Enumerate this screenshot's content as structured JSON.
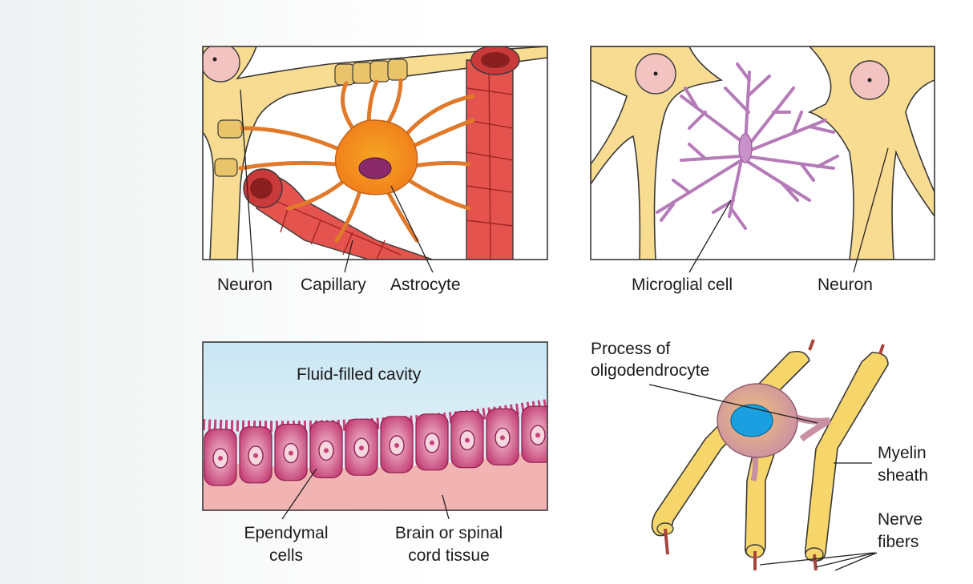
{
  "panels": {
    "astrocyte": {
      "labels": {
        "neuron": "Neuron",
        "capillary": "Capillary",
        "astrocyte": "Astrocyte"
      }
    },
    "microglia": {
      "labels": {
        "microglial_cell": "Microglial cell",
        "neuron": "Neuron"
      }
    },
    "ependymal": {
      "labels": {
        "cavity": "Fluid-filled cavity",
        "ependymal_line1": "Ependymal",
        "ependymal_line2": "cells",
        "tissue_line1": "Brain or spinal",
        "tissue_line2": "cord tissue"
      }
    },
    "oligodendrocyte": {
      "labels": {
        "process_line1": "Process of",
        "process_line2": "oligodendrocyte",
        "myelin_line1": "Myelin",
        "myelin_line2": "sheath",
        "nerve_line1": "Nerve",
        "nerve_line2": "fibers"
      }
    }
  },
  "colors": {
    "neuron_fill": "#f8dc92",
    "neuron_stroke": "#3a3a3a",
    "nucleus_pink": "#f2c3c0",
    "capillary_red": "#e5534e",
    "capillary_dark": "#b52a2a",
    "astrocyte_orange": "#f39a1e",
    "astrocyte_nucleus": "#8a2a6a",
    "microglia_purple": "#c991c9",
    "cavity_blue": "#d5ebf5",
    "tissue_pink": "#f2b3b3",
    "ependymal_magenta": "#c8417a",
    "myelin_yellow": "#f6d56a",
    "oligo_body": "#d49a9a",
    "oligo_nucleus": "#1aa0e0"
  }
}
